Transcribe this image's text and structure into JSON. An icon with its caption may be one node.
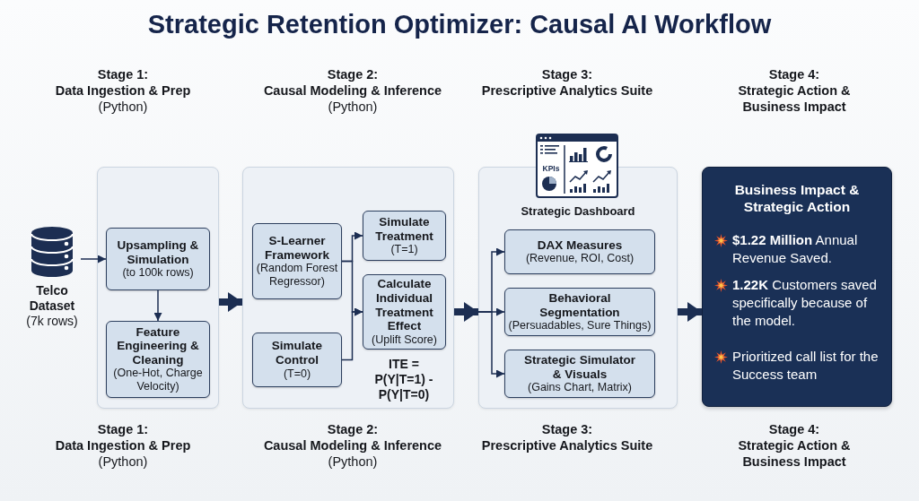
{
  "diagram": {
    "title": "Strategic Retention Optimizer: Causal AI Workflow",
    "nodes": [
      {
        "text": [
          "Telco Dataset",
          "(7k rows)"
        ]
      },
      {
        "text": [],
        "shape": "box"
      },
      {
        "text": [
          "Upsampling & Simulation",
          "(to 100k rows)"
        ],
        "in": 1
      },
      {
        "text": [
          "Feature Engineering & Cleaning",
          "(One-Hot, Charge Velocity)"
        ],
        "in": 1
      },
      {
        "text": [],
        "shape": "box"
      },
      {
        "text": [
          "S-Learner Framework",
          "(Random Forest Regressor)"
        ],
        "in": 4
      },
      {
        "text": [
          "Simulate Treatment",
          "(T=1)"
        ],
        "in": 4
      },
      {
        "text": [
          "Calculate Individual Treatment Effect",
          "(Uplift Score)"
        ],
        "in": 4,
        "beside": [
          "ITE = P(Y|T=1) - P(Y|T=0)"
        ]
      },
      {
        "text": [
          "Simulate Control",
          "(T=0)"
        ],
        "in": 4
      },
      {
        "text": [
          "Strategic Dashboard"
        ]
      },
      {
        "text": [
          "DAX Measures",
          "(Revenue, ROI, Cost)"
        ],
        "in": 9
      },
      {
        "text": [
          "Behavioral Segmentation",
          "(Persuadables, Sure Things)"
        ],
        "in": 9
      },
      {
        "text": [
          "Strategic Simulator & Visuals",
          "(Gains Chart, Matrix)"
        ],
        "in": 9
      },
      {
        "text": [
          "Business Impact & Strategic Action",
          "**$1.22 Million** Annual Revenue Saved.",
          "**1.22K** Customers saved specifically because of the model.",
          "Prioritized call list for the Success team"
        ]
      }
    ],
    "edges": [
      {
        "from": 0,
        "to": 2,
        "arrow": "to"
      },
      {
        "from": 2,
        "to": 3,
        "arrow": "to"
      },
      {
        "from": 1,
        "to": 4,
        "arrow": "to",
        "style": "thick"
      },
      {
        "from": 5,
        "to": 6,
        "arrow": "to"
      },
      {
        "from": 5,
        "to": 7,
        "arrow": "to"
      },
      {
        "from": 8,
        "to": 7,
        "arrow": "to"
      },
      {
        "from": 4,
        "to": 9,
        "arrow": "to",
        "style": "thick"
      },
      {
        "from": null,
        "to": 10,
        "arrow": "to"
      },
      {
        "from": null,
        "to": 11,
        "arrow": "to"
      },
      {
        "from": null,
        "to": 12,
        "arrow": "to"
      },
      {
        "from": 9,
        "to": 13,
        "arrow": "to",
        "style": "thick"
      }
    ],
    "labels": [
      "Stage 1: Data Ingestion & Prep",
      "(Python)",
      "Stage 2: Causal Modeling & Inference",
      "(Python)",
      "Stage 3: Prescriptive Analytics Suite",
      "Stage 4: Strategic Action & Business Impact",
      "KPIs",
      "Stage 1: Data Ingestion & Prep",
      "(Python)",
      "Stage 2: Causal Modeling & Inference",
      "(Python)",
      "Stage 3: Prescriptive Analytics Suite",
      "Stage 4: Strategic Action & Business Impact"
    ]
  }
}
